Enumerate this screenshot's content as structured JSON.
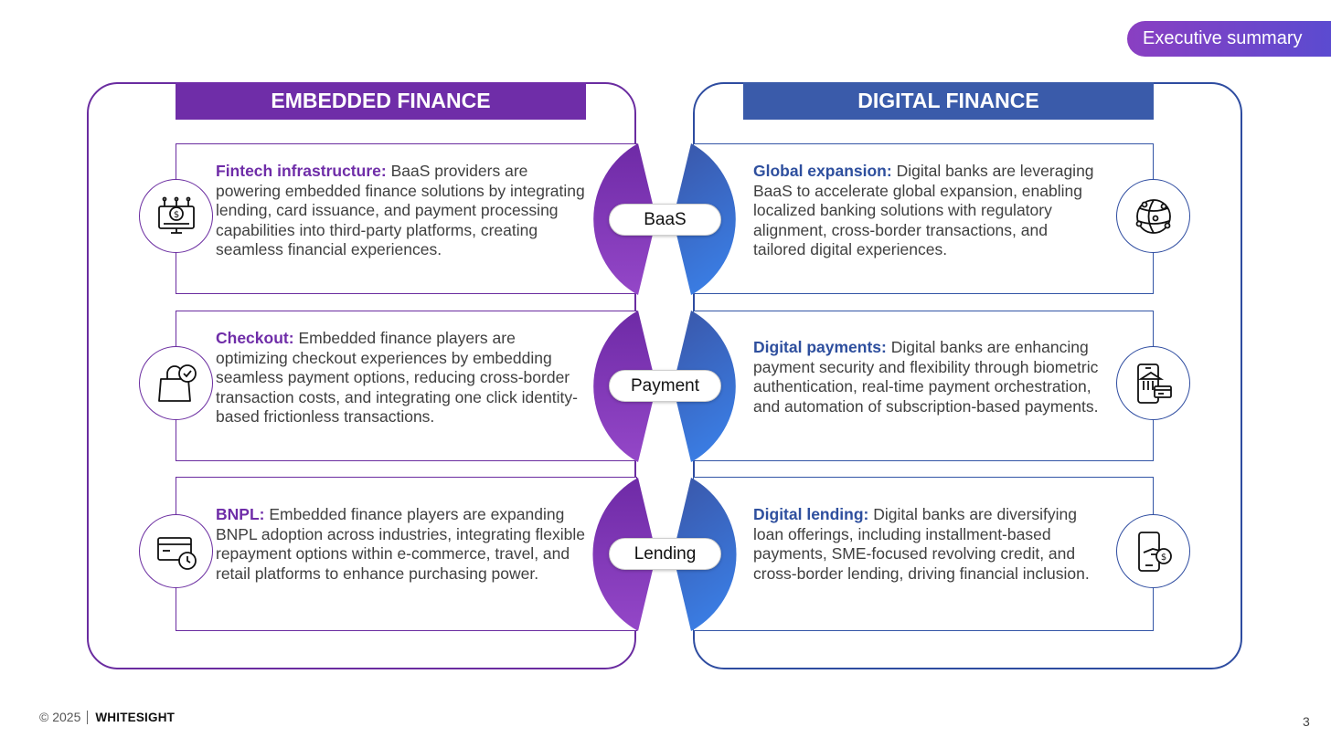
{
  "badge": "Executive summary",
  "left_header": "EMBEDDED FINANCE",
  "right_header": "DIGITAL FINANCE",
  "colors": {
    "purple": "#6F2DA8",
    "blue": "#3A5BAA",
    "purple_grad_light": "#8E44C6",
    "blue_grad_light": "#3A7AE0"
  },
  "rows": [
    {
      "pill": "BaaS",
      "left": {
        "title": "Fintech infrastructure:",
        "body": "BaaS providers are powering embedded finance solutions by integrating lending, card issuance, and payment processing capabilities into third-party platforms, creating seamless financial experiences.",
        "icon": "money-monitor-icon"
      },
      "right": {
        "title": "Global expansion:",
        "body": "Digital banks are leveraging BaaS to accelerate global expansion, enabling localized banking solutions with regulatory alignment, cross-border transactions, and tailored digital experiences.",
        "icon": "globe-network-icon"
      }
    },
    {
      "pill": "Payment",
      "left": {
        "title": "Checkout:",
        "body": "Embedded finance players are optimizing checkout experiences by embedding seamless payment options, reducing cross-border transaction costs, and integrating one click identity-based frictionless transactions.",
        "icon": "shopping-bag-check-icon"
      },
      "right": {
        "title": "Digital payments:",
        "body": "Digital banks are enhancing payment security and flexibility through biometric authentication, real-time payment orchestration, and automation of subscription-based payments.",
        "icon": "mobile-bank-icon"
      }
    },
    {
      "pill": "Lending",
      "left": {
        "title": "BNPL:",
        "body": "Embedded finance players are expanding BNPL adoption across industries, integrating flexible repayment options within e-commerce, travel, and retail platforms to enhance purchasing power.",
        "icon": "card-clock-icon"
      },
      "right": {
        "title": "Digital lending:",
        "body": "Digital banks are diversifying loan offerings, including installment-based payments, SME-focused revolving credit, and cross-border lending, driving financial inclusion.",
        "icon": "mobile-loan-icon"
      }
    }
  ],
  "footer": {
    "copyright": "© 2025",
    "brand": "WHITESIGHT",
    "page": "3"
  }
}
